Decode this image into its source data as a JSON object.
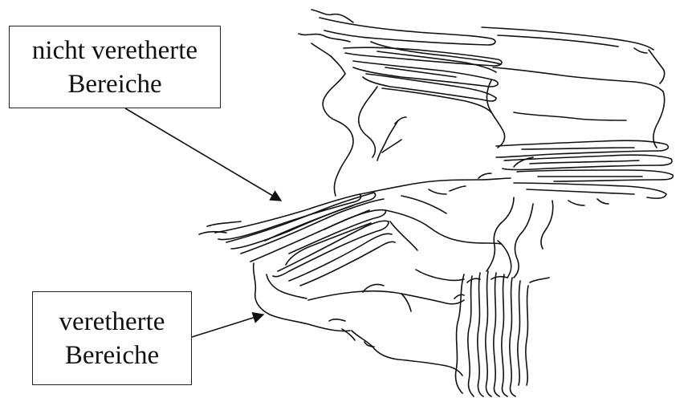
{
  "labels": {
    "non_etherified": {
      "line1": "nicht veretherte",
      "line2": "Bereiche"
    },
    "etherified": {
      "line1": "veretherte",
      "line2": "Bereiche"
    }
  },
  "colors": {
    "ink": "#111111",
    "background": "#ffffff"
  }
}
